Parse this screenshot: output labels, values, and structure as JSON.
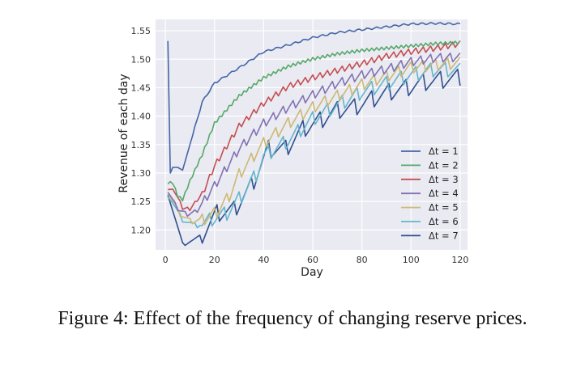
{
  "caption": "Figure 4: Effect of the frequency of changing reserve prices.",
  "chart_data": {
    "type": "line",
    "xlabel": "Day",
    "ylabel": "Revenue of each day",
    "xlim": [
      -4,
      123
    ],
    "ylim": [
      1.165,
      1.57
    ],
    "x_ticks": [
      0,
      20,
      40,
      60,
      80,
      100,
      120
    ],
    "y_ticks": [
      1.2,
      1.25,
      1.3,
      1.35,
      1.4,
      1.45,
      1.5,
      1.55
    ],
    "grid": true,
    "legend_position": "lower-right",
    "series": [
      {
        "name": "Δt = 1",
        "color": "#4466a8",
        "x": [
          1,
          2,
          3,
          5,
          7,
          10,
          15,
          20,
          30,
          40,
          50,
          60,
          70,
          80,
          90,
          100,
          110,
          120
        ],
        "y": [
          1.532,
          1.3,
          1.31,
          1.31,
          1.305,
          1.35,
          1.425,
          1.458,
          1.485,
          1.513,
          1.525,
          1.538,
          1.547,
          1.552,
          1.557,
          1.562,
          1.563,
          1.562
        ]
      },
      {
        "name": "Δt = 2",
        "step": 2,
        "color": "#55a868",
        "x": [
          1,
          3,
          5,
          7,
          10,
          15,
          20,
          30,
          40,
          50,
          60,
          70,
          80,
          90,
          100,
          110,
          120
        ],
        "y": [
          1.285,
          1.285,
          1.262,
          1.255,
          1.288,
          1.335,
          1.39,
          1.438,
          1.47,
          1.49,
          1.503,
          1.512,
          1.518,
          1.522,
          1.526,
          1.53,
          1.532
        ]
      },
      {
        "name": "Δt = 3",
        "step": 3,
        "color": "#c44e52",
        "x": [
          1,
          4,
          7,
          10,
          15,
          20,
          30,
          40,
          50,
          60,
          70,
          80,
          90,
          100,
          110,
          120
        ],
        "y": [
          1.275,
          1.268,
          1.24,
          1.238,
          1.265,
          1.315,
          1.385,
          1.425,
          1.455,
          1.47,
          1.483,
          1.495,
          1.508,
          1.516,
          1.522,
          1.53
        ]
      },
      {
        "name": "Δt = 4",
        "step": 4,
        "color": "#8172b2",
        "x": [
          1,
          5,
          9,
          13,
          17,
          20,
          30,
          40,
          50,
          60,
          70,
          80,
          90,
          100,
          110,
          120
        ],
        "y": [
          1.27,
          1.238,
          1.228,
          1.235,
          1.262,
          1.28,
          1.345,
          1.39,
          1.418,
          1.44,
          1.46,
          1.475,
          1.485,
          1.498,
          1.505,
          1.506
        ]
      },
      {
        "name": "Δt = 5",
        "step": 5,
        "color": "#ccb974",
        "x": [
          1,
          6,
          11,
          16,
          21,
          26,
          30,
          40,
          50,
          60,
          70,
          80,
          90,
          100,
          110,
          120
        ],
        "y": [
          1.268,
          1.228,
          1.215,
          1.222,
          1.235,
          1.262,
          1.3,
          1.355,
          1.39,
          1.418,
          1.438,
          1.458,
          1.473,
          1.488,
          1.493,
          1.496
        ]
      },
      {
        "name": "Δt = 6",
        "step": 6,
        "color": "#64b5cd",
        "x": [
          1,
          7,
          13,
          19,
          25,
          31,
          37,
          40,
          50,
          60,
          70,
          80,
          90,
          100,
          110,
          120
        ],
        "y": [
          1.263,
          1.218,
          1.208,
          1.222,
          1.232,
          1.262,
          1.3,
          1.332,
          1.36,
          1.398,
          1.422,
          1.445,
          1.46,
          1.475,
          1.485,
          1.483
        ]
      },
      {
        "name": "Δt = 7",
        "step": 7,
        "color": "#2f4f8f",
        "x": [
          1,
          7,
          14,
          21,
          28,
          35,
          42,
          49,
          56,
          63,
          70,
          77,
          84,
          91,
          98,
          105,
          112,
          119,
          120
        ],
        "y": [
          1.265,
          1.175,
          1.188,
          1.232,
          1.238,
          1.28,
          1.345,
          1.345,
          1.38,
          1.395,
          1.413,
          1.418,
          1.432,
          1.445,
          1.452,
          1.462,
          1.466,
          1.47,
          1.471
        ]
      }
    ]
  }
}
